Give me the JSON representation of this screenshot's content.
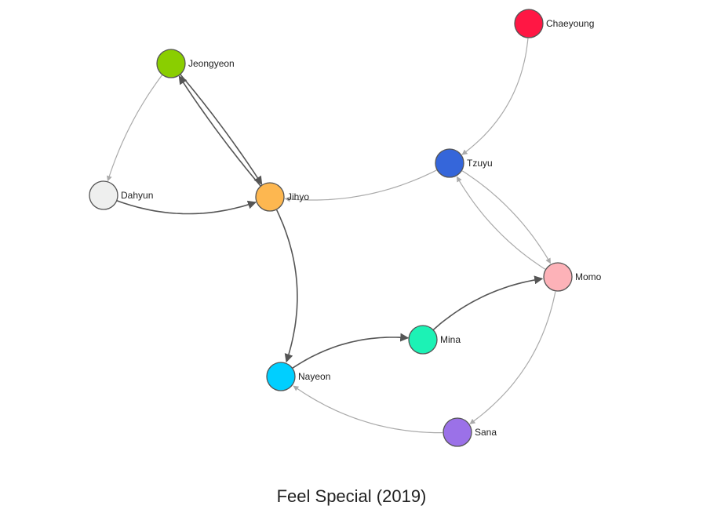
{
  "caption": "Feel Special (2019)",
  "nodes": [
    {
      "id": "jeongyeon",
      "label": "Jeongyeon",
      "color": "#8ACE00"
    },
    {
      "id": "dahyun",
      "label": "Dahyun",
      "color": "#EEEFEE"
    },
    {
      "id": "jihyo",
      "label": "Jihyo",
      "color": "#FDB750"
    },
    {
      "id": "chaeyoung",
      "label": "Chaeyoung",
      "color": "#FF1744"
    },
    {
      "id": "tzuyu",
      "label": "Tzuyu",
      "color": "#3566DA"
    },
    {
      "id": "momo",
      "label": "Momo",
      "color": "#FDB2B8"
    },
    {
      "id": "mina",
      "label": "Mina",
      "color": "#1CF2B5"
    },
    {
      "id": "nayeon",
      "label": "Nayeon",
      "color": "#00CFFF"
    },
    {
      "id": "sana",
      "label": "Sana",
      "color": "#9B71E8"
    }
  ],
  "edges": [
    {
      "from": "jeongyeon",
      "to": "dahyun",
      "style": "light"
    },
    {
      "from": "dahyun",
      "to": "jihyo",
      "style": "dark"
    },
    {
      "from": "jihyo",
      "to": "jeongyeon",
      "style": "dark"
    },
    {
      "from": "jeongyeon",
      "to": "jihyo",
      "style": "dark"
    },
    {
      "from": "jihyo",
      "to": "nayeon",
      "style": "dark"
    },
    {
      "from": "tzuyu",
      "to": "jihyo",
      "style": "light"
    },
    {
      "from": "chaeyoung",
      "to": "tzuyu",
      "style": "light"
    },
    {
      "from": "tzuyu",
      "to": "momo",
      "style": "light"
    },
    {
      "from": "momo",
      "to": "tzuyu",
      "style": "light"
    },
    {
      "from": "mina",
      "to": "momo",
      "style": "dark"
    },
    {
      "from": "nayeon",
      "to": "mina",
      "style": "dark"
    },
    {
      "from": "momo",
      "to": "sana",
      "style": "light"
    },
    {
      "from": "sana",
      "to": "nayeon",
      "style": "light"
    }
  ],
  "edge_colors": {
    "light": "#AAAAAA",
    "dark": "#555555"
  },
  "node_stroke": "#555555"
}
